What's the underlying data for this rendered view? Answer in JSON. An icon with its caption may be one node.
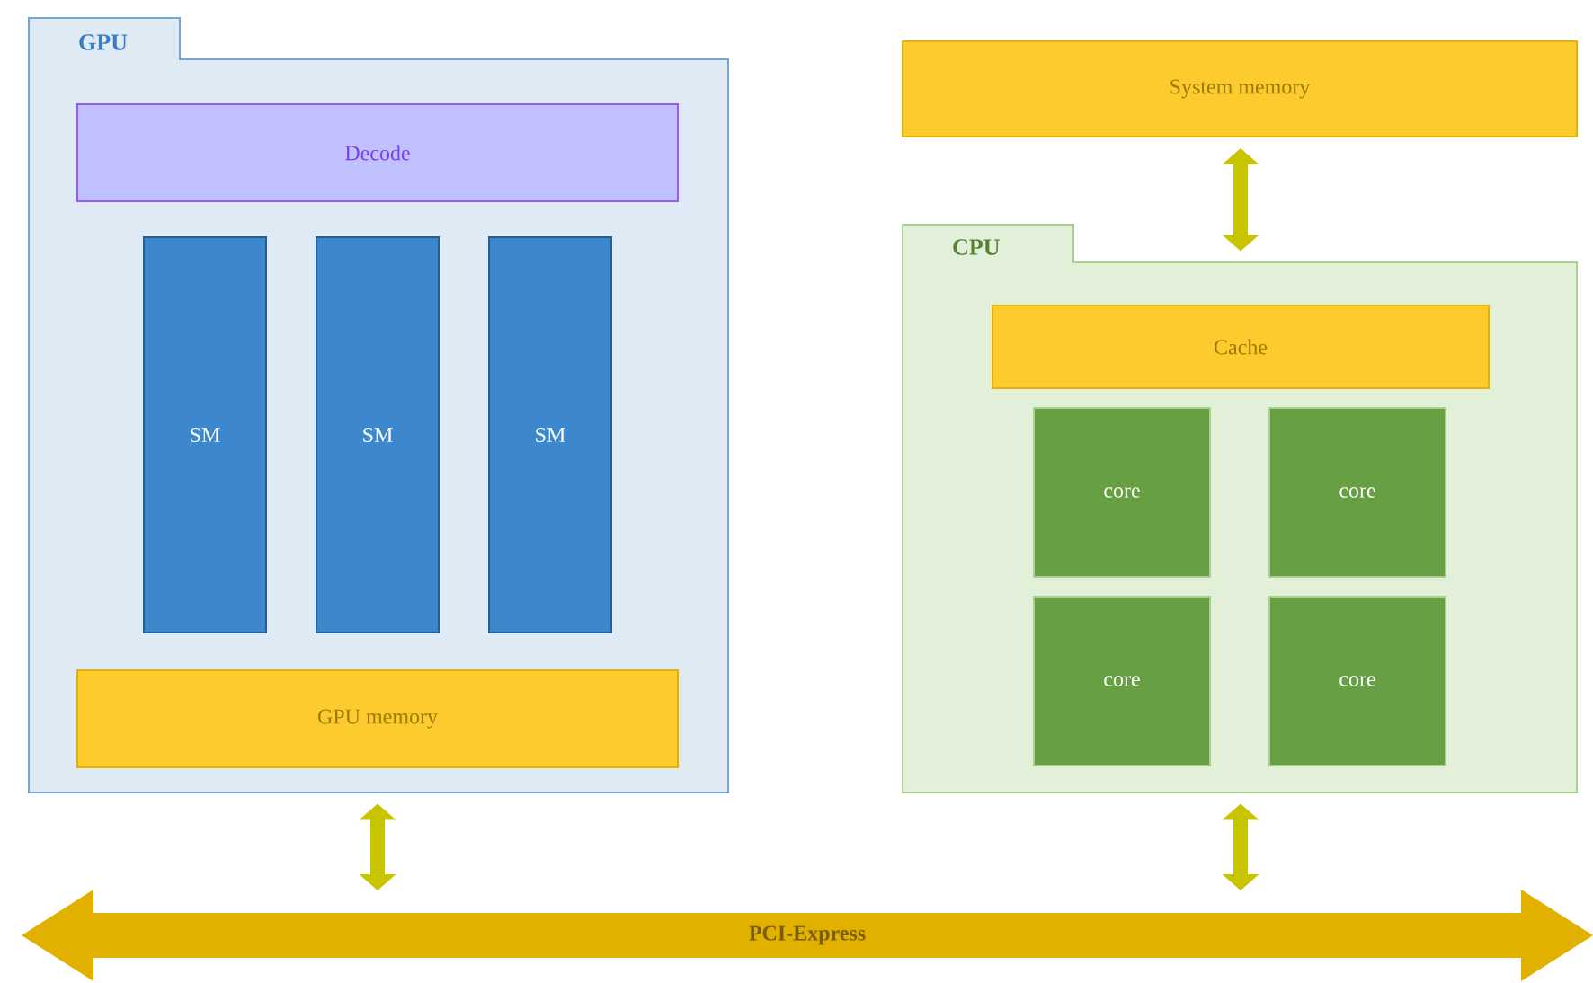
{
  "diagram": {
    "nodes": [
      {
        "text": [
          "GPU"
        ]
      },
      {
        "text": [
          "Decode"
        ],
        "in": 0
      },
      {
        "text": [
          "SM"
        ],
        "in": 0
      },
      {
        "text": [
          "SM"
        ],
        "in": 0
      },
      {
        "text": [
          "SM"
        ],
        "in": 0
      },
      {
        "text": [
          "GPU memory"
        ],
        "in": 0
      },
      {
        "text": [
          "System memory"
        ]
      },
      {
        "text": [
          "CPU"
        ]
      },
      {
        "text": [
          "Cache"
        ],
        "in": 7
      },
      {
        "text": [
          "core"
        ],
        "in": 7
      },
      {
        "text": [
          "core"
        ],
        "in": 7
      },
      {
        "text": [
          "core"
        ],
        "in": 7
      },
      {
        "text": [
          "core"
        ],
        "in": 7
      },
      {
        "text": [
          "PCI-Express"
        ]
      }
    ],
    "edges": [
      {
        "from": 0,
        "to": 13,
        "arrow": "both"
      },
      {
        "from": 7,
        "to": 13,
        "arrow": "both"
      },
      {
        "from": 6,
        "to": 7,
        "arrow": "both"
      }
    ]
  }
}
